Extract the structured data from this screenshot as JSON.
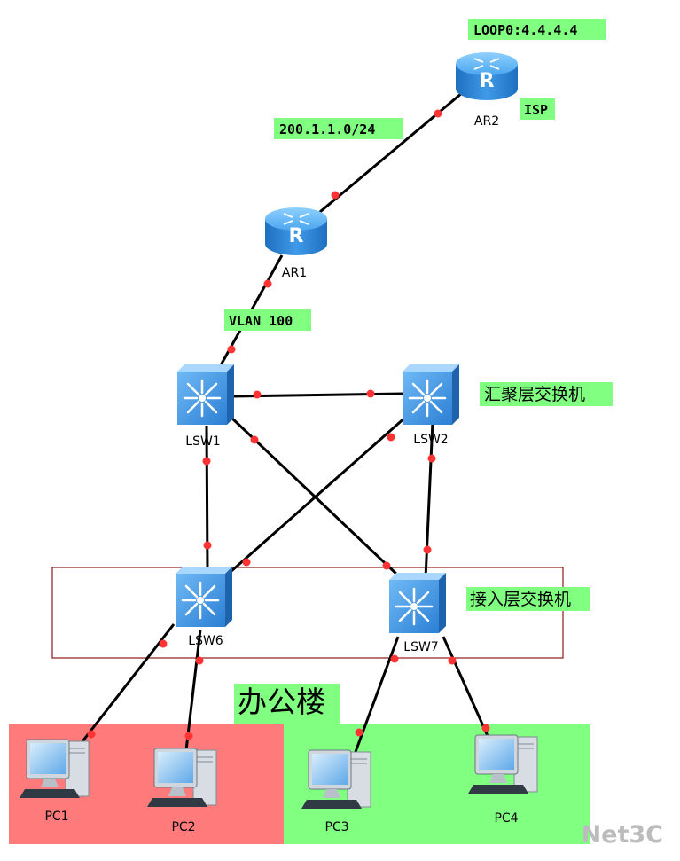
{
  "labels": {
    "loopback": "LOOP0:4.4.4.4",
    "isp": "ISP",
    "wan_subnet": "200.1.1.0/24",
    "vlan": "VLAN 100",
    "aggregation_layer": "汇聚层交换机",
    "access_layer": "接入层交换机",
    "office_building": "办公楼",
    "watermark": "Net3C"
  },
  "devices": {
    "ar2": "AR2",
    "ar1": "AR1",
    "lsw1": "LSW1",
    "lsw2": "LSW2",
    "lsw6": "LSW6",
    "lsw7": "LSW7",
    "pc1": "PC1",
    "pc2": "PC2",
    "pc3": "PC3",
    "pc4": "PC4"
  },
  "colors": {
    "label_bg": "#80ff80",
    "port_dot": "#ff3333",
    "router": "#2a86d8",
    "switch": "#3a8fe0",
    "zone_red": "#ff7b7b",
    "zone_green": "#80ff80",
    "access_box_border": "#8b1a1a"
  }
}
